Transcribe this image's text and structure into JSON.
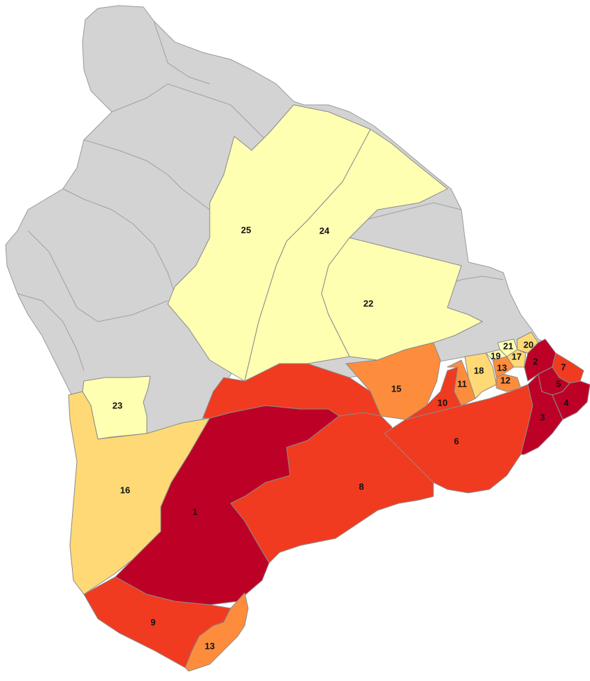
{
  "colors": {
    "base": "#d3d3d3",
    "class_1": "#ffffb2",
    "class_2": "#fed976",
    "class_3": "#fd8d3c",
    "class_4": "#f03b20",
    "class_5": "#bd0026"
  },
  "regions": [
    {
      "label": "1",
      "class": "class_5"
    },
    {
      "label": "2",
      "class": "class_5"
    },
    {
      "label": "3",
      "class": "class_5"
    },
    {
      "label": "4",
      "class": "class_5"
    },
    {
      "label": "5",
      "class": "class_5"
    },
    {
      "label": "6",
      "class": "class_4"
    },
    {
      "label": "7",
      "class": "class_4"
    },
    {
      "label": "8",
      "class": "class_4"
    },
    {
      "label": "9",
      "class": "class_4"
    },
    {
      "label": "10",
      "class": "class_4"
    },
    {
      "label": "11",
      "class": "class_3"
    },
    {
      "label": "12",
      "class": "class_3"
    },
    {
      "label": "13",
      "class": "class_3"
    },
    {
      "label": "13",
      "class": "class_3"
    },
    {
      "label": "15",
      "class": "class_3"
    },
    {
      "label": "16",
      "class": "class_2"
    },
    {
      "label": "17",
      "class": "class_2"
    },
    {
      "label": "18",
      "class": "class_2"
    },
    {
      "label": "19",
      "class": "class_1"
    },
    {
      "label": "20",
      "class": "class_2"
    },
    {
      "label": "21",
      "class": "class_1"
    },
    {
      "label": "22",
      "class": "class_1"
    },
    {
      "label": "23",
      "class": "class_1"
    },
    {
      "label": "24",
      "class": "class_1"
    },
    {
      "label": "25",
      "class": "class_1"
    }
  ]
}
